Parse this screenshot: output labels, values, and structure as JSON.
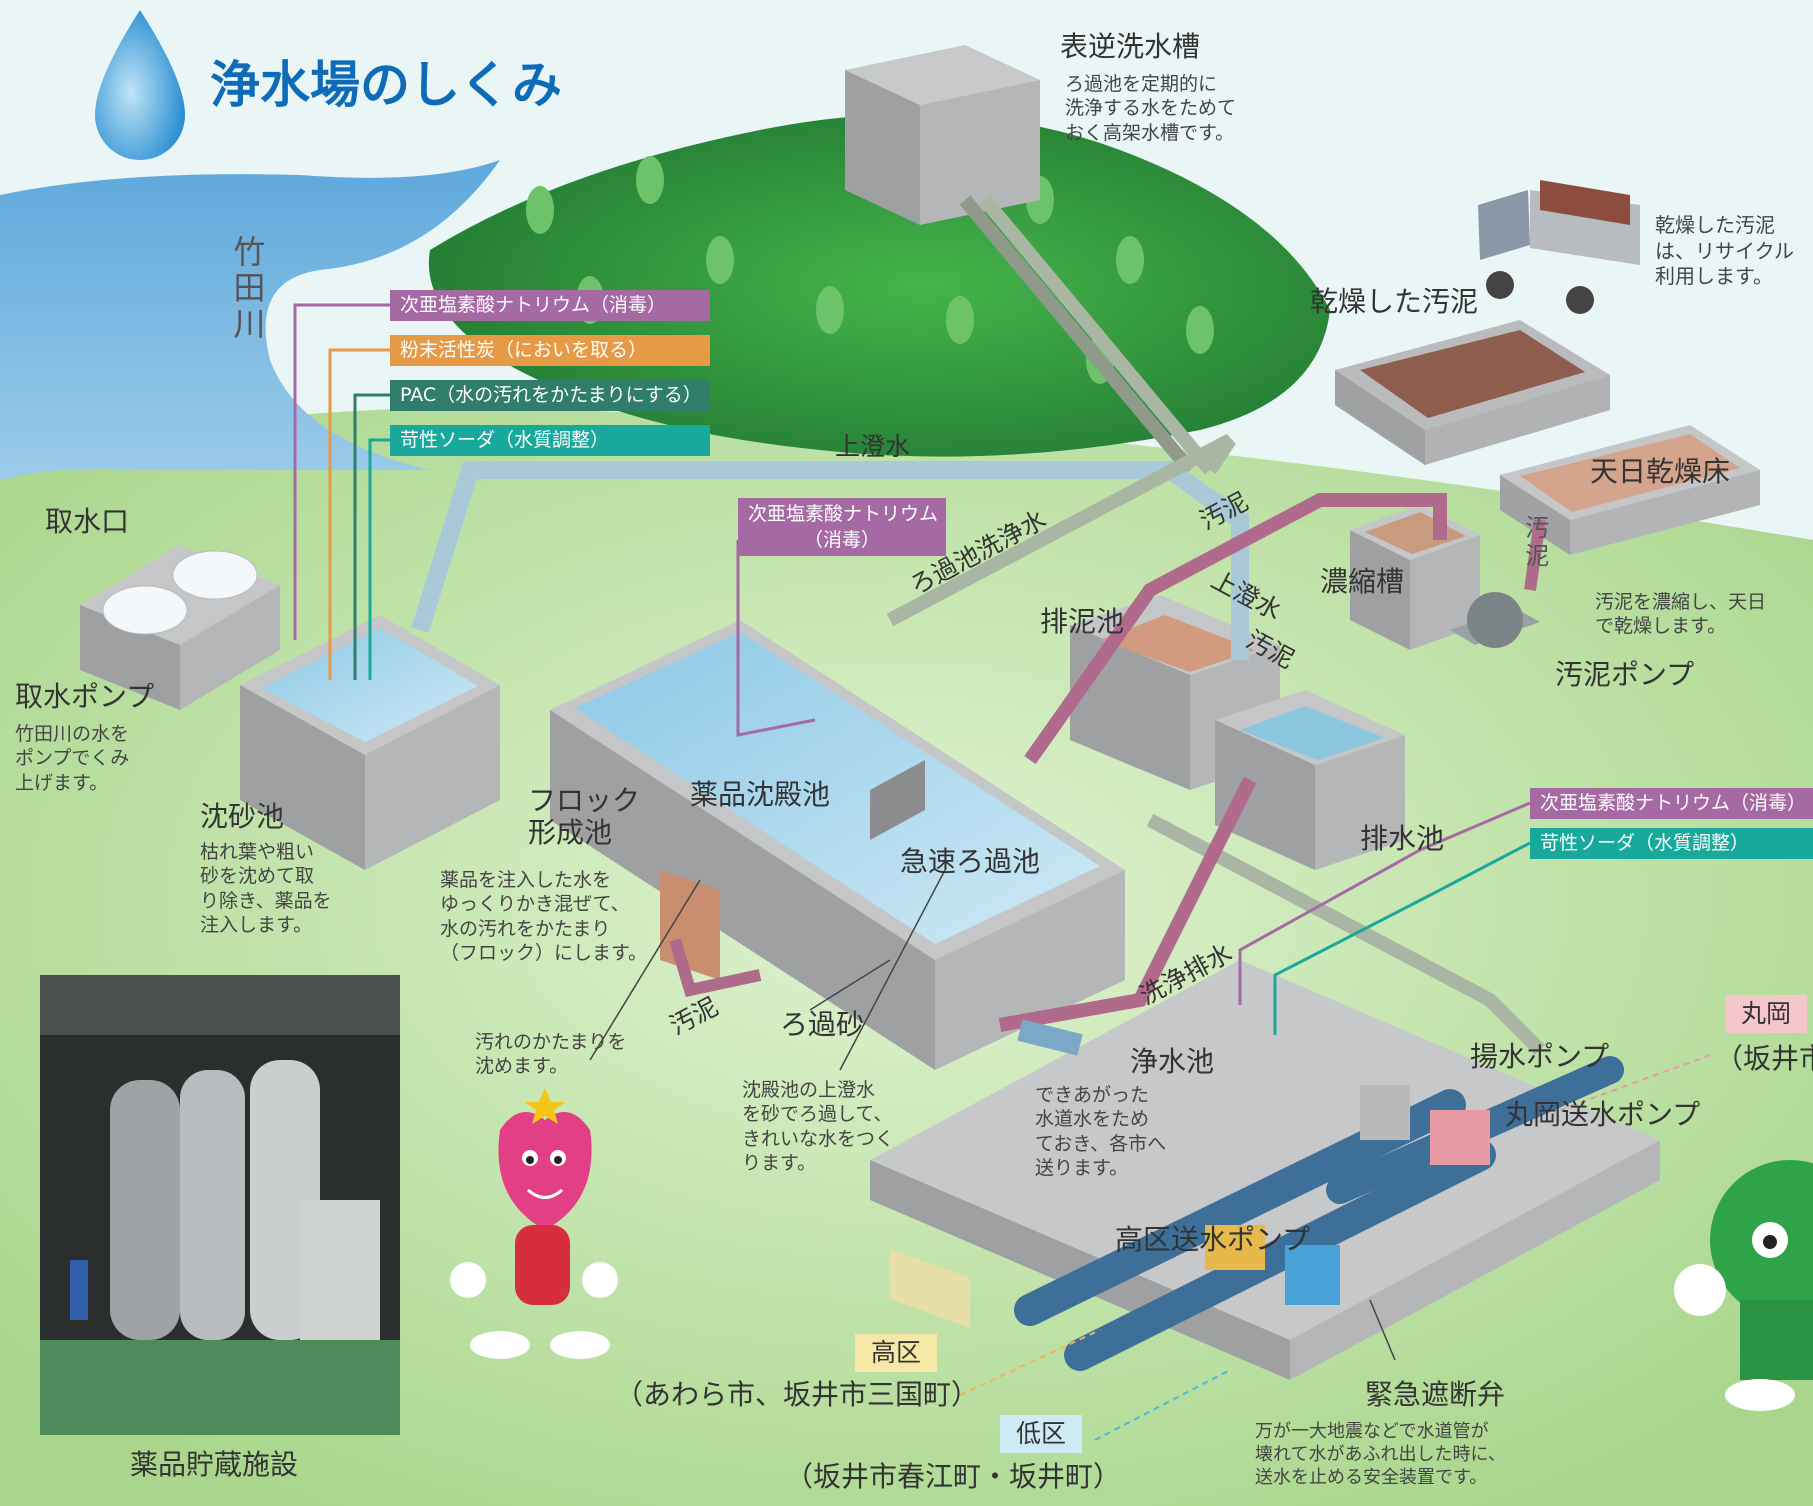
{
  "title": "浄水場のしくみ",
  "river": "竹田川",
  "chem_tags_intake": [
    {
      "text": "次亜塩素酸ナトリウム（消毒）",
      "color": "#a56aa4"
    },
    {
      "text": "粉末活性炭（においを取る）",
      "color": "#e69a45"
    },
    {
      "text": "PAC（水の汚れをかたまりにする）",
      "color": "#2f7d6a"
    },
    {
      "text": "苛性ソーダ（水質調整）",
      "color": "#18a99c"
    }
  ],
  "chem_tag_sedimentation": {
    "line1": "次亜塩素酸ナトリウム",
    "line2": "（消毒）"
  },
  "chem_tags_clearwell": [
    {
      "text": "次亜塩素酸ナトリウム（消毒）",
      "color": "#a56aa4"
    },
    {
      "text": "苛性ソーダ（水質調整）",
      "color": "#18a99c"
    }
  ],
  "labels": {
    "intake": "取水口",
    "intake_pump": "取水ポンプ",
    "grit_chamber": "沈砂池",
    "floc_basin": "フロック\n形成池",
    "sedimentation": "薬品沈殿池",
    "rapid_filter": "急速ろ過池",
    "filter_sand": "ろ過砂",
    "backwash_tank": "表逆洗水槽",
    "dried_sludge": "乾燥した汚泥",
    "drying_bed": "天日乾燥床",
    "thickener": "濃縮槽",
    "sludge_basin": "排泥池",
    "drain_basin": "排水池",
    "sludge_pump": "汚泥ポンプ",
    "clearwell": "浄水池",
    "lift_pump": "揚水ポンプ",
    "maruoka_pump": "丸岡送水ポンプ",
    "high_pump": "高区送水ポンプ",
    "emergency_valve": "緊急遮断弁",
    "chemical_storage": "薬品貯蔵施設"
  },
  "flows": {
    "supernatant_top": "上澄水",
    "filter_wash": "ろ過池洗浄水",
    "sludge_1": "汚泥",
    "supernatant_2": "上澄水",
    "sludge_2": "汚泥",
    "sludge_3": "汚泥",
    "sludge_4": "汚泥",
    "wash_drain": "洗浄排水"
  },
  "descriptions": {
    "backwash_tank": "ろ過池を定期的に\n洗浄する水をためて\nおく高架水槽です。",
    "dried_sludge": "乾燥した汚泥\nは、リサイクル\n利用します。",
    "drying": "汚泥を濃縮し、天日\nで乾燥します。",
    "intake_pump": "竹田川の水を\nポンプでくみ\n上げます。",
    "grit_chamber": "枯れ葉や粗い\n砂を沈めて取\nり除き、薬品を\n注入します。",
    "floc_basin": "薬品を注入した水を\nゆっくりかき混ぜて、\n水の汚れをかたまり\n（フロック）にします。",
    "sedimentation": "汚れのかたまりを\n沈めます。",
    "rapid_filter": "沈殿池の上澄水\nを砂でろ過して、\nきれいな水をつく\nります。",
    "clearwell": "できあがった\n水道水をため\nておき、各市へ\n送ります。",
    "emergency_valve": "万が一大地震などで水道管が\n壊れて水があふれ出した時に、\n送水を止める安全装置です。"
  },
  "districts": {
    "maruoka": {
      "name": "丸岡",
      "area": "（坂井市"
    },
    "high": {
      "name": "高区",
      "area": "（あわら市、坂井市三国町）"
    },
    "low": {
      "name": "低区",
      "area": "（坂井市春江町・坂井町）"
    }
  },
  "colors": {
    "heading": "#0e6bb8",
    "chlorine": "#a56aa4",
    "carbon": "#e69a45",
    "pac": "#2f7d6a",
    "soda": "#18a99c",
    "sludge_pipe": "#b06a8c",
    "water_pipe": "#a9c8d8",
    "maruoka_tag": "#f5c6cc",
    "high_tag": "#f6e9a8",
    "low_tag": "#cdeaf5"
  }
}
